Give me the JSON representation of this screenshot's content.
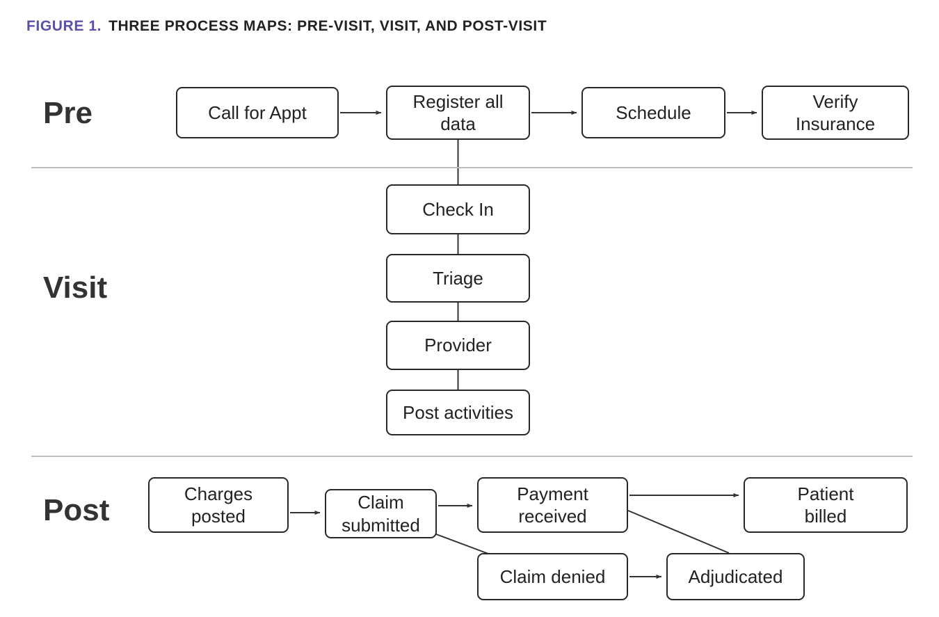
{
  "title": {
    "figure_label": "FIGURE 1.",
    "text": "THREE PROCESS MAPS: PRE-VISIT, VISIT, AND POST-VISIT"
  },
  "sections": {
    "pre": {
      "label": "Pre",
      "boxes": {
        "call_for_appt": "Call for Appt",
        "register_all_data": "Register all data",
        "schedule": "Schedule",
        "verify_insurance": "Verify Insurance"
      }
    },
    "visit": {
      "label": "Visit",
      "boxes": {
        "check_in": "Check In",
        "triage": "Triage",
        "provider": "Provider",
        "post_activities": "Post activities"
      }
    },
    "post": {
      "label": "Post",
      "boxes": {
        "charges_posted": "Charges posted",
        "claim_submitted": "Claim submitted",
        "payment_received": "Payment received",
        "patient_billed": "Patient billed",
        "claim_denied": "Claim denied",
        "adjudicated": "Adjudicated"
      }
    }
  },
  "colors": {
    "figure_label": "#5b51a8",
    "box_border": "#282828",
    "text": "#222222",
    "divider": "#bdbdbd",
    "connector": "#333333"
  }
}
